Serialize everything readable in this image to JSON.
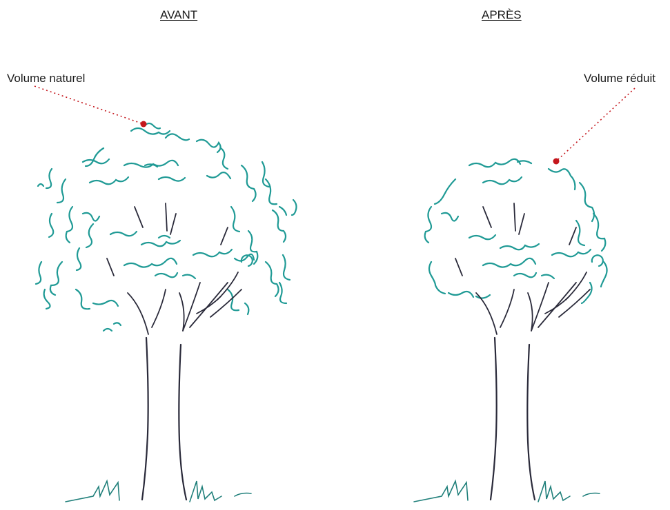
{
  "headings": {
    "before": "AVANT",
    "after": "APRÈS"
  },
  "annotations": {
    "natural": "Volume naturel",
    "reduced": "Volume réduit"
  },
  "colors": {
    "foliage": "#1f9a95",
    "trunk": "#2a2a3a",
    "leader": "#c4161c"
  }
}
